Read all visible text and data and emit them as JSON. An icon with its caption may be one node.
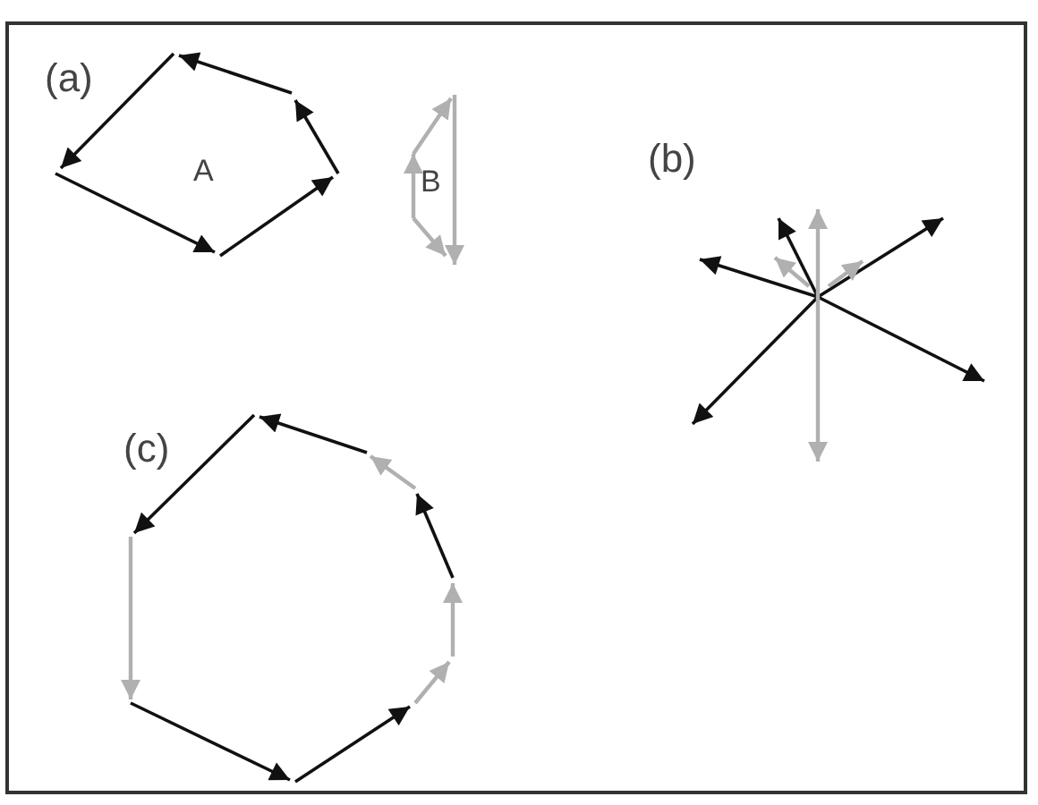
{
  "diagram": {
    "labels": [
      "(a)",
      "A",
      "B",
      "(b)",
      "(c)"
    ]
  }
}
